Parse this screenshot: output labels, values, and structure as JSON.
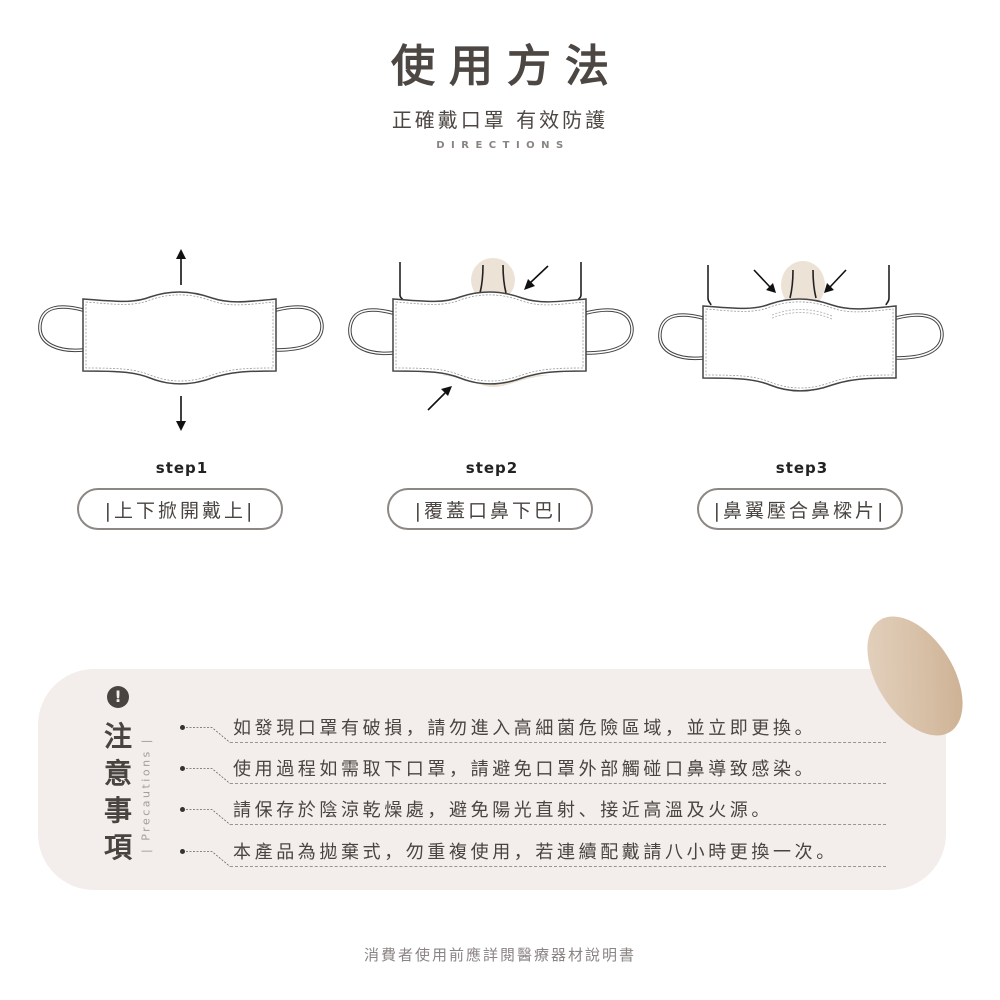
{
  "header": {
    "title": "使用方法",
    "subtitle": "正確戴口罩 有效防護",
    "english_label": "DIRECTIONS"
  },
  "steps": [
    {
      "label": "step1",
      "instruction": "|上下掀開戴上|",
      "icons": [
        "arrow-up-icon",
        "arrow-down-icon"
      ]
    },
    {
      "label": "step2",
      "instruction": "|覆蓋口鼻下巴|",
      "icons": [
        "arrow-down-left-icon",
        "arrow-up-right-icon"
      ]
    },
    {
      "label": "step3",
      "instruction": "|鼻翼壓合鼻樑片|",
      "icons": [
        "arrow-down-right-icon",
        "arrow-down-left-icon"
      ]
    }
  ],
  "precautions": {
    "icon": "exclamation-icon",
    "title_chars": [
      "注",
      "意",
      "事",
      "項"
    ],
    "english_label": "| Precautions |",
    "items": [
      "如發現口罩有破損，請勿進入高細菌危險區域，並立即更換。",
      "使用過程如需取下口罩，請避免口罩外部觸碰口鼻導致感染。",
      "請保存於陰涼乾燥處，避免陽光直射、接近高溫及火源。",
      "本產品為拋棄式，勿重複使用，若連續配戴請八小時更換一次。"
    ]
  },
  "footer": {
    "note": "消費者使用前應詳閱醫療器材說明書"
  },
  "colors": {
    "text_dark": "#4a4441",
    "box_bg": "#f3eeeb",
    "skin_tone": "#ede2d6",
    "pill_border": "#8d8784",
    "leaf": "#d9c0a6"
  }
}
